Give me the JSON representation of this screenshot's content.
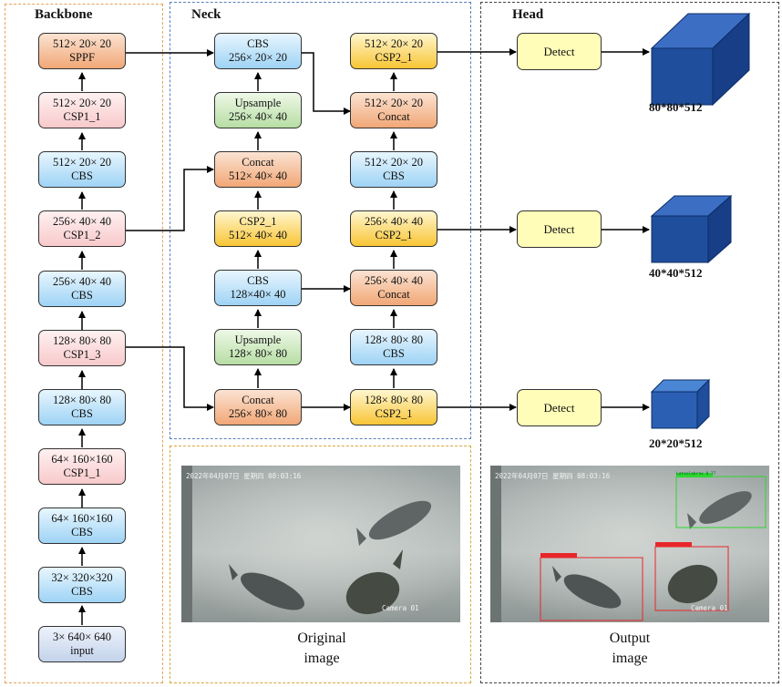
{
  "sections": {
    "backbone": "Backbone",
    "neck": "Neck",
    "head": "Head"
  },
  "backbone": [
    {
      "l1": "512× 20× 20",
      "l2": "SPPF"
    },
    {
      "l1": "512× 20× 20",
      "l2": "CSP1_1"
    },
    {
      "l1": "512× 20× 20",
      "l2": "CBS"
    },
    {
      "l1": "256× 40× 40",
      "l2": "CSP1_2"
    },
    {
      "l1": "256× 40× 40",
      "l2": "CBS"
    },
    {
      "l1": "128× 80× 80",
      "l2": "CSP1_3"
    },
    {
      "l1": "128× 80× 80",
      "l2": "CBS"
    },
    {
      "l1": "64× 160×160",
      "l2": "CSP1_1"
    },
    {
      "l1": "64× 160×160",
      "l2": "CBS"
    },
    {
      "l1": "32× 320×320",
      "l2": "CBS"
    },
    {
      "l1": "3× 640× 640",
      "l2": "input"
    }
  ],
  "neck_left": [
    {
      "l1": "CBS",
      "l2": "256× 20× 20"
    },
    {
      "l1": "Upsample",
      "l2": "256× 40× 40"
    },
    {
      "l1": "Concat",
      "l2": "512× 40× 40"
    },
    {
      "l1": "CSP2_1",
      "l2": "512× 40× 40"
    },
    {
      "l1": "CBS",
      "l2": "128×40× 40"
    },
    {
      "l1": "Upsample",
      "l2": "128× 80× 80"
    },
    {
      "l1": "Concat",
      "l2": "256× 80× 80"
    }
  ],
  "neck_right": [
    {
      "l1": "512× 20× 20",
      "l2": "CSP2_1"
    },
    {
      "l1": "512× 20× 20",
      "l2": "Concat"
    },
    {
      "l1": "512× 20× 20",
      "l2": "CBS"
    },
    {
      "l1": "256× 40× 40",
      "l2": "CSP2_1"
    },
    {
      "l1": "256× 40× 40",
      "l2": "Concat"
    },
    {
      "l1": "128× 80× 80",
      "l2": "CBS"
    },
    {
      "l1": "128× 80× 80",
      "l2": "CSP2_1"
    }
  ],
  "detect_label": "Detect",
  "outputs": [
    "80*80*512",
    "40*40*512",
    "20*20*512"
  ],
  "captions": {
    "orig_l1": "Original",
    "orig_l2": "image",
    "out_l1": "Output",
    "out_l2": "image"
  },
  "photo": {
    "timestamp": "2022年04月07日 星期四 08:03:16",
    "camera": "Camera 01",
    "det_label": "Lateolabrax 0.77"
  },
  "colors": {
    "blue_cube": "#1f4e9c",
    "green_box": "#2fd62f",
    "red_box": "#e8262a"
  }
}
